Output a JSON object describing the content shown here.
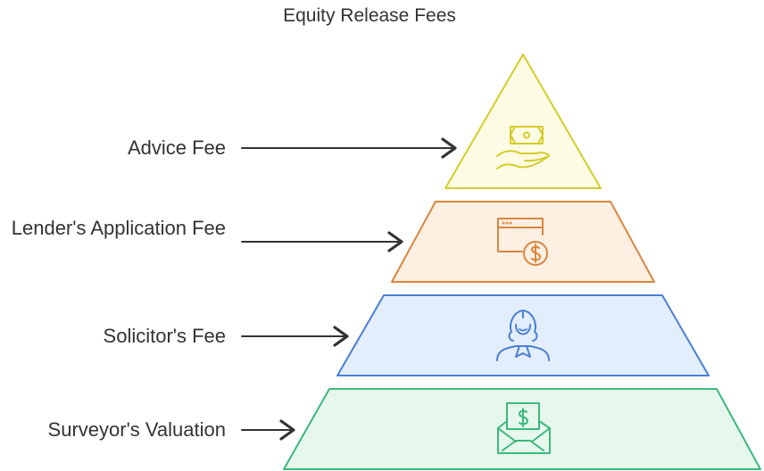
{
  "title": "Equity Release Fees",
  "levels": [
    {
      "label": "Advice Fee",
      "icon": "money-in-hand-icon",
      "stroke": "#d4cc2a",
      "fill": "#fdfbe3"
    },
    {
      "label": "Lender's Application Fee",
      "icon": "browser-dollar-icon",
      "stroke": "#d9863f",
      "fill": "#fdf0e3"
    },
    {
      "label": "Solicitor's Fee",
      "icon": "judge-icon",
      "stroke": "#4a7fd4",
      "fill": "#e3eefd"
    },
    {
      "label": "Surveyor's Valuation",
      "icon": "envelope-dollar-icon",
      "stroke": "#3db87a",
      "fill": "#e6f8ee"
    }
  ]
}
